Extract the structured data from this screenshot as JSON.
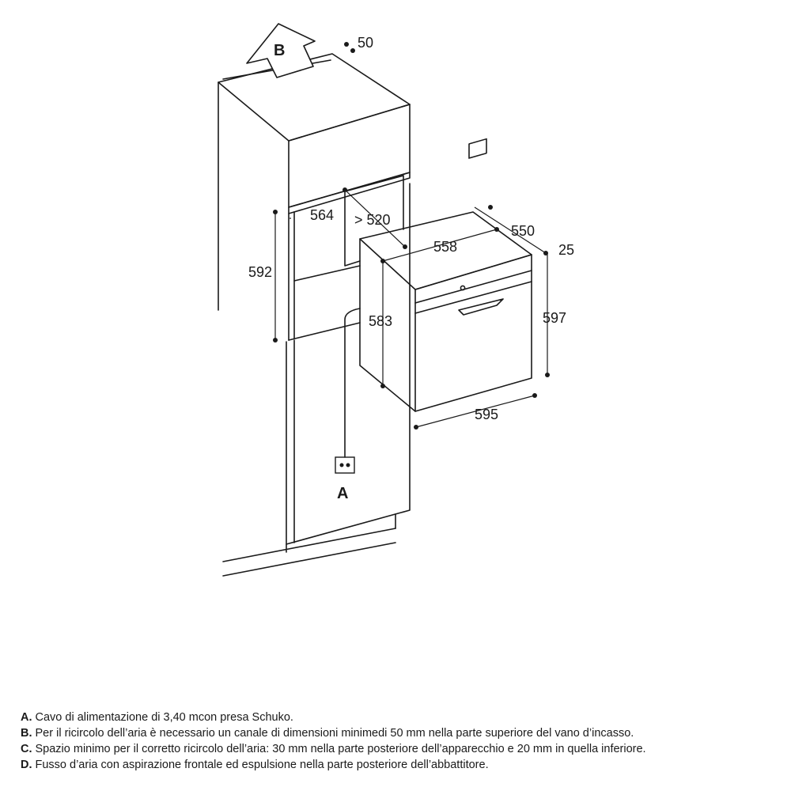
{
  "callouts": {
    "a": "A",
    "b": "B"
  },
  "dimensions": {
    "d50": "50",
    "d564": "564",
    "d520": "> 520",
    "d592": "592",
    "d558": "558",
    "d550": "550",
    "d25": "25",
    "d583": "583",
    "d597": "597",
    "d595": "595"
  },
  "notes": [
    {
      "key": "A.",
      "text": "Cavo di alimentazione di 3,40 mcon presa Schuko."
    },
    {
      "key": "B.",
      "text": "Per il ricircolo dell’aria è necessario un canale di dimensioni minimedi 50 mm nella parte superiore del vano d’incasso."
    },
    {
      "key": "C.",
      "text": "Spazio minimo per il corretto ricircolo dell’aria: 30 mm nella parte posteriore dell’apparecchio e 20 mm in quella inferiore."
    },
    {
      "key": "D.",
      "text": "Fusso d’aria con aspirazione frontale ed espulsione nella parte posteriore dell’abbattitore."
    }
  ]
}
